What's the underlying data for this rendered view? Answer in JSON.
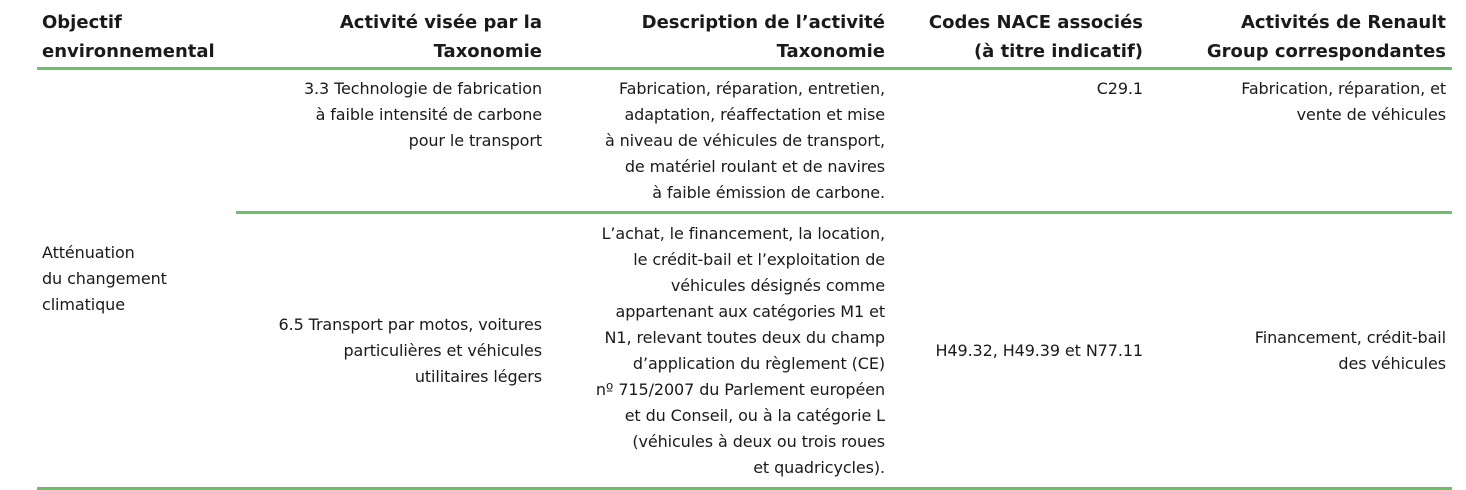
{
  "headers": {
    "objectif": [
      "Objectif",
      "environnemental"
    ],
    "activite": [
      "Activité visée par la",
      "Taxonomie"
    ],
    "description": [
      "Description de l’activité",
      "Taxonomie"
    ],
    "nace": [
      "Codes NACE associés",
      "(à titre indicatif)"
    ],
    "renault": [
      "Activités de Renault",
      "Group correspondantes"
    ]
  },
  "objective": [
    "Atténuation",
    "du changement",
    "climatique"
  ],
  "rows": [
    {
      "activite": [
        "3.3 Technologie de fabrication",
        "à faible intensité de carbone",
        "pour le transport"
      ],
      "description": [
        "Fabrication, réparation, entretien,",
        "adaptation, réaffectation et mise",
        "à niveau de véhicules de transport,",
        "de matériel roulant et de navires",
        "à faible émission de carbone."
      ],
      "nace": [
        "C29.1"
      ],
      "renault": [
        "Fabrication, réparation, et",
        "vente de véhicules"
      ]
    },
    {
      "activite": [
        "6.5 Transport par motos, voitures",
        "particulières et véhicules",
        "utilitaires légers"
      ],
      "description": [
        "L’achat, le financement, la location,",
        "le crédit-bail et l’exploitation de",
        "véhicules désignés comme",
        "appartenant aux catégories M1 et",
        "N1, relevant toutes deux du champ",
        "d’application du règlement (CE)",
        "nº 715/2007 du Parlement européen",
        "et du Conseil, ou à la catégorie L",
        "(véhicules à deux ou trois roues",
        "et quadricycles)."
      ],
      "nace": [
        "H49.32, H49.39 et N77.11"
      ],
      "renault": [
        "Financement, crédit-bail",
        "des véhicules"
      ]
    }
  ],
  "colors": {
    "rule": "#6cbf66",
    "text": "#1a1a1a"
  }
}
